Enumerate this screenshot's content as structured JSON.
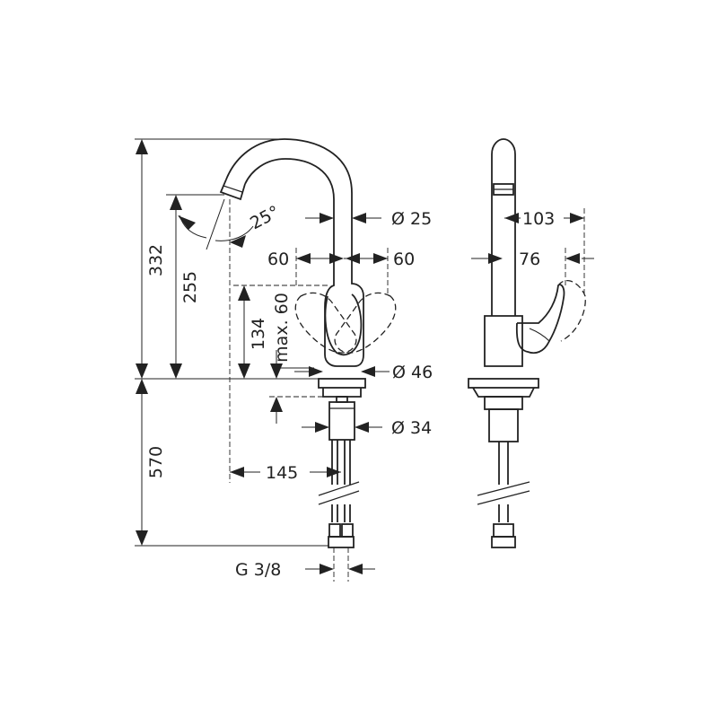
{
  "dimensions": {
    "total_height": "332",
    "spout_height": "255",
    "lever_height": "134",
    "lever_clearance": "max. 60",
    "spout_angle": "25°",
    "spout_diameter": "Ø 25",
    "swing_left": "60",
    "swing_right": "60",
    "base_diameter": "Ø 46",
    "shank_diameter": "Ø 34",
    "hose_length": "570",
    "spout_reach": "145",
    "connection": "G 3/8",
    "side_depth": "103",
    "side_offset": "76"
  }
}
